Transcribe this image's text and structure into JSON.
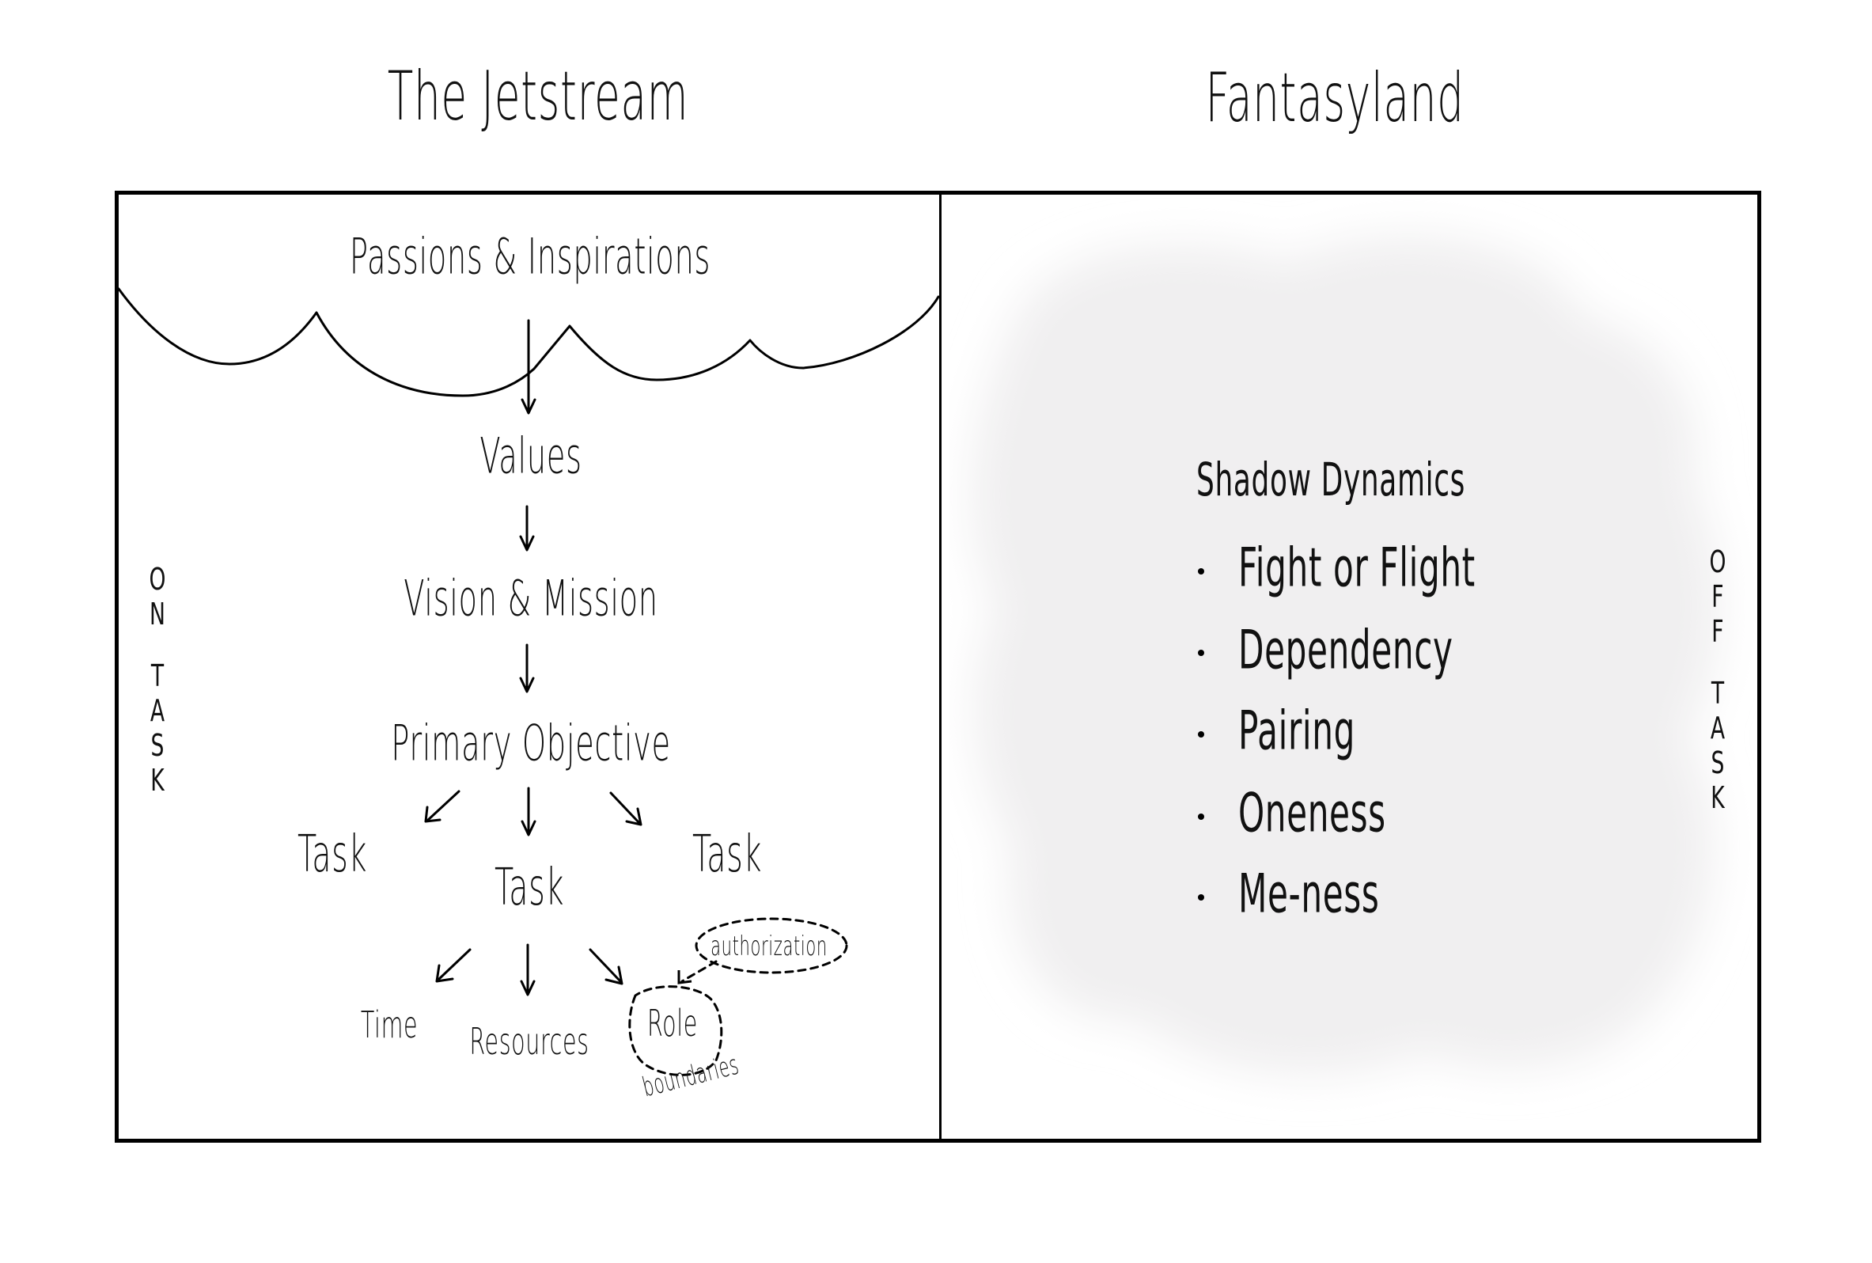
{
  "headings": {
    "left": "The Jetstream",
    "right": "Fantasyland"
  },
  "left_panel": {
    "cloud_label": "Passions & Inspirations",
    "side_label": [
      "O",
      "N",
      "",
      "T",
      "A",
      "S",
      "K"
    ],
    "flow": [
      "Values",
      "Vision & Mission",
      "Primary Objective"
    ],
    "tasks": [
      "Task",
      "Task",
      "Task"
    ],
    "sub_items": [
      "Time",
      "Resources",
      "Role"
    ],
    "annotations": {
      "authorization": "authorization",
      "boundaries": "boundaries"
    }
  },
  "right_panel": {
    "title": "Shadow Dynamics",
    "items": [
      "Fight or Flight",
      "Dependency",
      "Pairing",
      "Oneness",
      "Me-ness"
    ],
    "side_label": [
      "O",
      "F",
      "F",
      "",
      "T",
      "A",
      "S",
      "K"
    ],
    "shadow_color": "#f2f1f2"
  }
}
